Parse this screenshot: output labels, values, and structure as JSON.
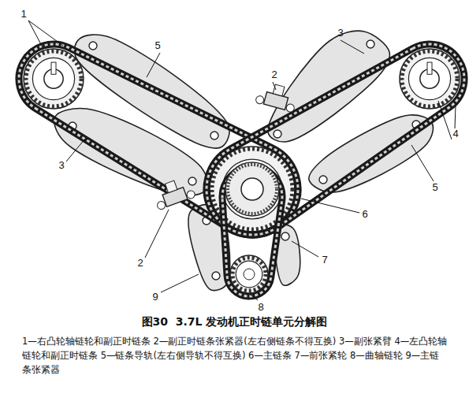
{
  "diagram": {
    "title": "图30  3.7L 发动机正时链单元分解图",
    "caption": "1—右凸轮轴链轮和副正时链条 2—副正时链条张紧器(左右侧链条不得互换) 3—副张紧臂 4—左凸轮轴链轮和副正时链条 5—链条导轨(左右侧导轨不得互换) 6—主链条 7—前张紧轮 8—曲轴链轮 9—主链条张紧器",
    "labels": [
      "1",
      "5",
      "3",
      "2",
      "4",
      "3",
      "5",
      "6",
      "2",
      "7",
      "9",
      "8"
    ]
  }
}
